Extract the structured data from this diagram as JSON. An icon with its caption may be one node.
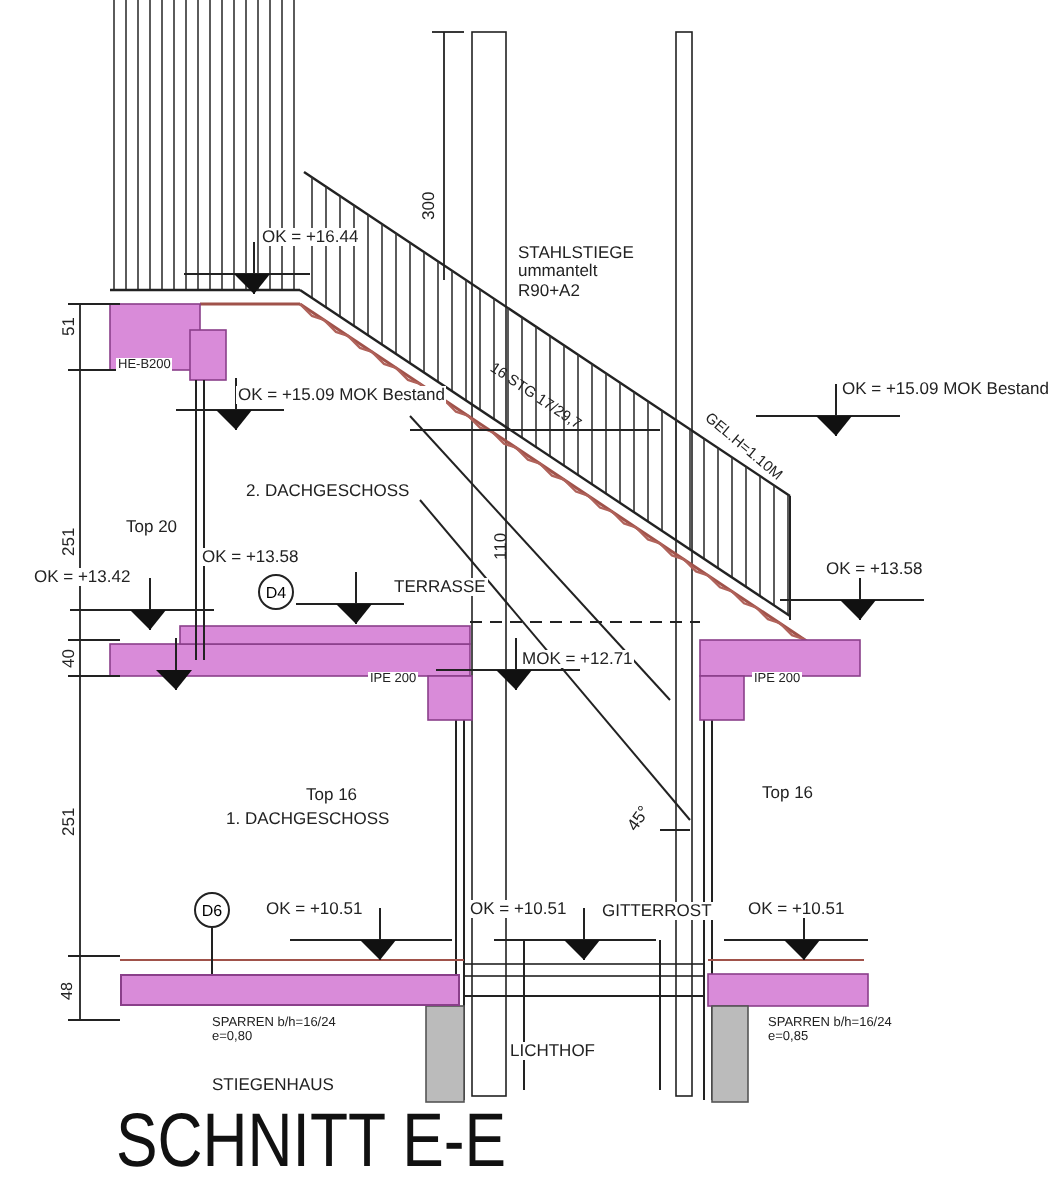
{
  "diagram": {
    "title": "SCHNITT E-E",
    "nodes": [
      {
        "text": [
          "D4"
        ]
      },
      {
        "text": [
          "D6"
        ]
      },
      {
        "text": [],
        "shape": "bar"
      }
    ],
    "edges": [
      {
        "from": 1,
        "to": 2,
        "arrow": "none"
      }
    ],
    "labels": [
      "300",
      "OK = +16.44",
      "STAHLSTIEGE ummantelt R90+A2",
      "51",
      "HE-B200",
      "OK = +15.09 MOK Bestand",
      "16 STG 17/29,7",
      "OK = +15.09 MOK Bestand",
      "GEL.H=1.10M",
      "251",
      "Top 20",
      "2. DACHGESCHOSS",
      "110",
      "OK = +13.42",
      "OK = +13.58",
      "TERRASSE",
      "OK = +13.58",
      "40",
      "IPE 200",
      "MOK = +12.71",
      "IPE 200",
      "251",
      "Top 16",
      "1. DACHGESCHOSS",
      "45°",
      "Top 16",
      "OK = +10.51",
      "OK = +10.51",
      "GITTERROST",
      "OK = +10.51",
      "48",
      "SPARREN b/h=16/24 e=0,80",
      "LICHTHOF",
      "SPARREN b/h=16/24 e=0,85",
      "STIEGENHAUS"
    ]
  }
}
